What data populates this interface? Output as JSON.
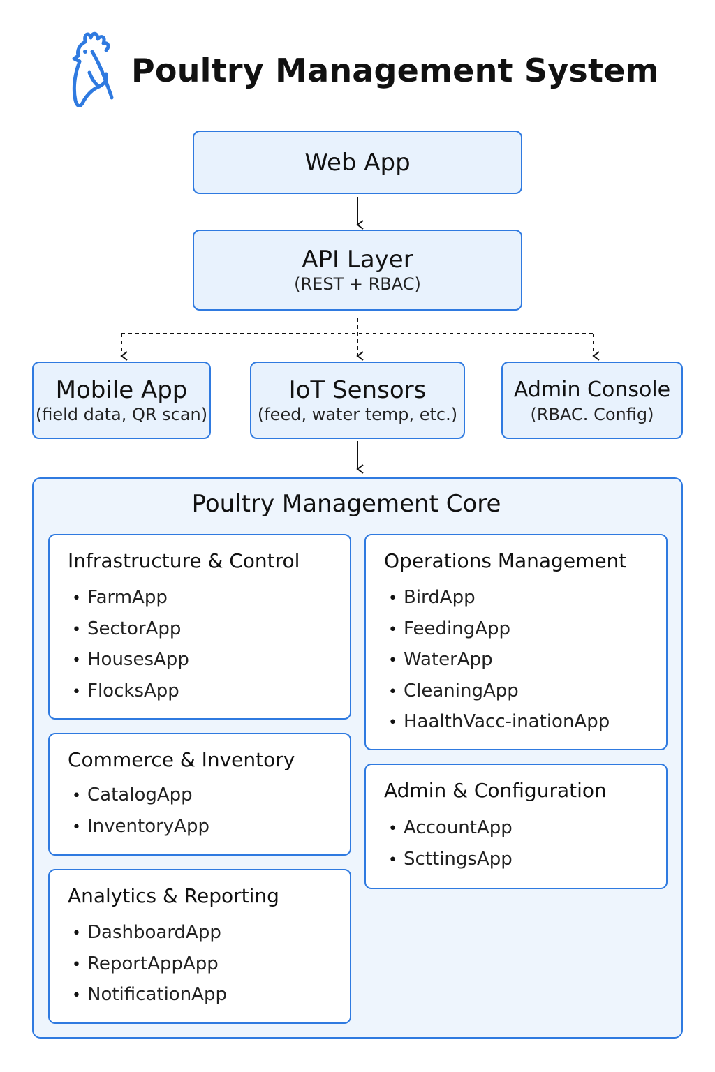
{
  "header": {
    "title": "Poultry Management System",
    "logo_icon": "rooster-icon",
    "accent_color": "#2f7ae0"
  },
  "web_app": {
    "label": "Web App"
  },
  "api_layer": {
    "label": "API Layer",
    "sub": "(REST + RBAC)"
  },
  "clients": [
    {
      "label": "Mobile App",
      "sub": "(field data, QR scan)"
    },
    {
      "label": "IoT Sensors",
      "sub": "(feed, water temp, etc.)"
    },
    {
      "label": "Admin Console",
      "sub": "(RBAC. Config)"
    }
  ],
  "core": {
    "title": "Poultry Management Core",
    "groups": [
      {
        "title": "Infrastructure & Control",
        "items": [
          "FarmApp",
          "SectorApp",
          "HousesApp",
          "FlocksApp"
        ]
      },
      {
        "title": "Operations Management",
        "items": [
          "BirdApp",
          "FeedingApp",
          "WaterApp",
          "CleaningApp",
          "HaalthVacc-inationApp"
        ]
      },
      {
        "title": "Commerce & Inventory",
        "items": [
          "CatalogApp",
          "InventoryApp"
        ]
      },
      {
        "title": "Admin & Configuration",
        "items": [
          "AccountApp",
          "ScttingsApp"
        ]
      },
      {
        "title": "Analytics & Reporting",
        "items": [
          "DashboardApp",
          "ReportAppApp",
          "NotificationApp"
        ]
      }
    ]
  }
}
